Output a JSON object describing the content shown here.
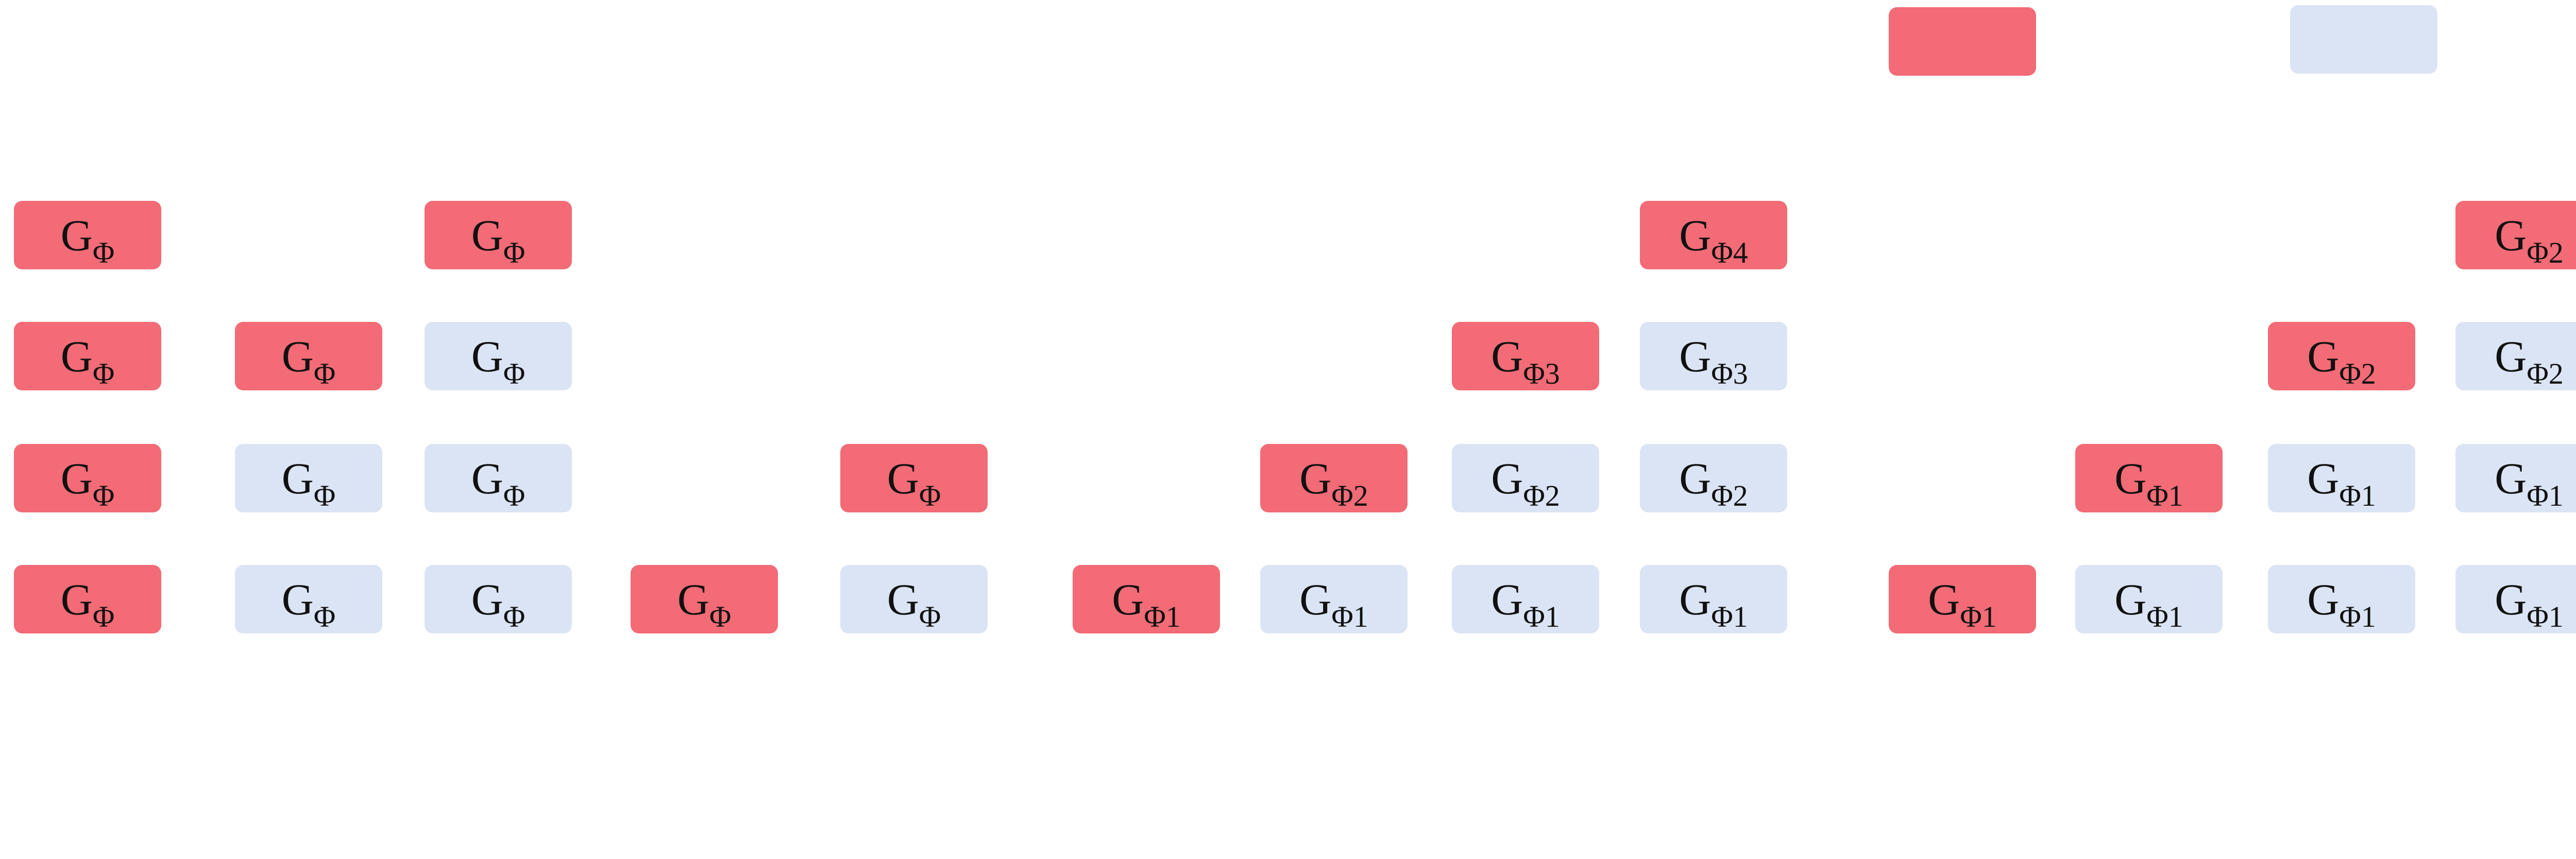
{
  "colors": {
    "active": "#f26b76",
    "inactive": "#dbe4f4",
    "text": "#111111"
  },
  "legend": [
    {
      "state": "active",
      "label": ""
    },
    {
      "state": "inactive",
      "label": ""
    }
  ],
  "columns": [
    {
      "blocks": [
        {
          "state": "active",
          "main": "G",
          "sub": "Φ"
        },
        {
          "state": "active",
          "main": "G",
          "sub": "Φ"
        },
        {
          "state": "active",
          "main": "G",
          "sub": "Φ"
        },
        {
          "state": "active",
          "main": "G",
          "sub": "Φ"
        }
      ]
    },
    {
      "blocks": [
        {
          "state": "inactive",
          "main": "G",
          "sub": "Φ"
        },
        {
          "state": "inactive",
          "main": "G",
          "sub": "Φ"
        },
        {
          "state": "active",
          "main": "G",
          "sub": "Φ"
        }
      ]
    },
    {
      "blocks": [
        {
          "state": "inactive",
          "main": "G",
          "sub": "Φ"
        },
        {
          "state": "inactive",
          "main": "G",
          "sub": "Φ"
        },
        {
          "state": "inactive",
          "main": "G",
          "sub": "Φ"
        },
        {
          "state": "active",
          "main": "G",
          "sub": "Φ"
        }
      ]
    },
    {
      "blocks": [
        {
          "state": "active",
          "main": "G",
          "sub": "Φ"
        }
      ]
    },
    {
      "blocks": [
        {
          "state": "inactive",
          "main": "G",
          "sub": "Φ"
        },
        {
          "state": "active",
          "main": "G",
          "sub": "Φ"
        }
      ]
    },
    {
      "blocks": [
        {
          "state": "active",
          "main": "G",
          "sub": "Φ1"
        }
      ]
    },
    {
      "blocks": [
        {
          "state": "inactive",
          "main": "G",
          "sub": "Φ1"
        },
        {
          "state": "active",
          "main": "G",
          "sub": "Φ2"
        }
      ]
    },
    {
      "blocks": [
        {
          "state": "inactive",
          "main": "G",
          "sub": "Φ1"
        },
        {
          "state": "inactive",
          "main": "G",
          "sub": "Φ2"
        },
        {
          "state": "active",
          "main": "G",
          "sub": "Φ3"
        }
      ]
    },
    {
      "blocks": [
        {
          "state": "inactive",
          "main": "G",
          "sub": "Φ1"
        },
        {
          "state": "inactive",
          "main": "G",
          "sub": "Φ2"
        },
        {
          "state": "inactive",
          "main": "G",
          "sub": "Φ3"
        },
        {
          "state": "active",
          "main": "G",
          "sub": "Φ4"
        }
      ]
    },
    {
      "blocks": [
        {
          "state": "active",
          "main": "G",
          "sub": "Φ1"
        }
      ]
    },
    {
      "blocks": [
        {
          "state": "inactive",
          "main": "G",
          "sub": "Φ1"
        },
        {
          "state": "active",
          "main": "G",
          "sub": "Φ1"
        }
      ]
    },
    {
      "blocks": [
        {
          "state": "inactive",
          "main": "G",
          "sub": "Φ1"
        },
        {
          "state": "inactive",
          "main": "G",
          "sub": "Φ1"
        },
        {
          "state": "active",
          "main": "G",
          "sub": "Φ2"
        }
      ]
    },
    {
      "blocks": [
        {
          "state": "inactive",
          "main": "G",
          "sub": "Φ1"
        },
        {
          "state": "inactive",
          "main": "G",
          "sub": "Φ1"
        },
        {
          "state": "inactive",
          "main": "G",
          "sub": "Φ2"
        },
        {
          "state": "active",
          "main": "G",
          "sub": "Φ2"
        }
      ]
    }
  ]
}
